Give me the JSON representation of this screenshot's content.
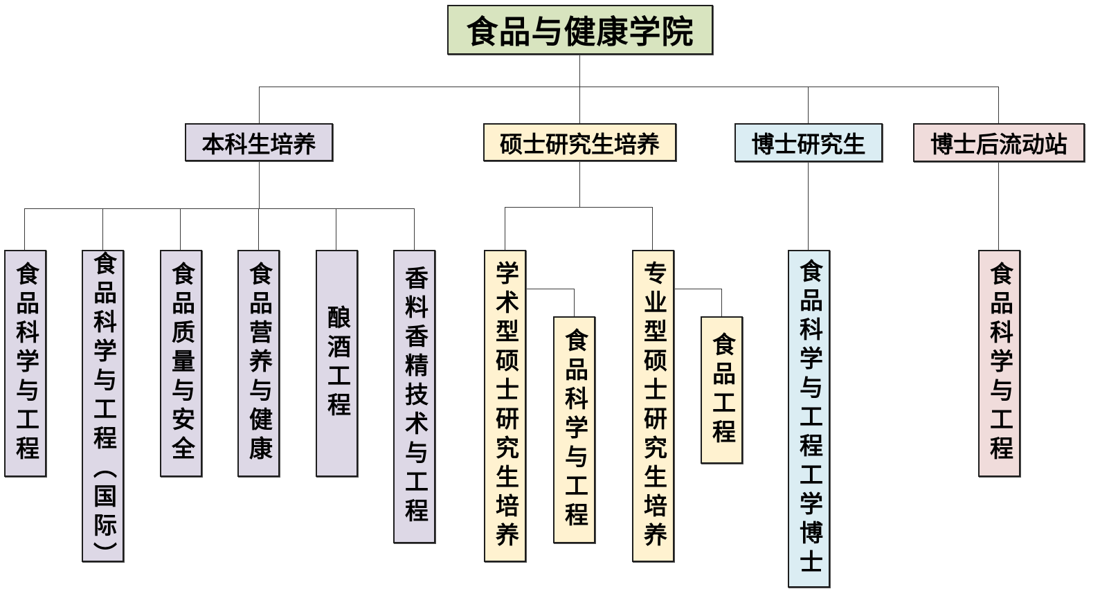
{
  "root": {
    "label": "食品与健康学院",
    "color": "#d8e4bf"
  },
  "branches": {
    "undergraduate": {
      "label": "本科生培养",
      "color": "#ddd8e6",
      "majors": [
        "食品科学与工程",
        "食品科学与工程（国际）",
        "食品质量与安全",
        "食品营养与健康",
        "酿酒工程",
        "香料香精技术与工程"
      ]
    },
    "masters": {
      "label": "硕士研究生培养",
      "color": "#fff2d0",
      "academic": {
        "label": "学术型硕士研究生培养",
        "child": "食品科学与工程"
      },
      "professional": {
        "label": "专业型硕士研究生培养",
        "child": "食品工程"
      }
    },
    "doctoral": {
      "label": "博士研究生",
      "color": "#dbedf3",
      "child": "食品科学与工程工学博士"
    },
    "postdoc": {
      "label": "博士后流动站",
      "color": "#f0dcdb",
      "child": "食品科学与工程"
    }
  }
}
